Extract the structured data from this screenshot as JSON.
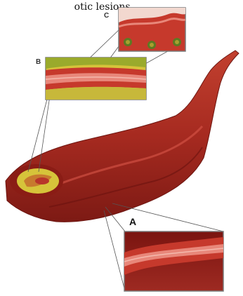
{
  "caption": "otic lesions.",
  "callouts": [
    {
      "id": "C",
      "label": "C"
    },
    {
      "id": "B",
      "label": "B"
    },
    {
      "id": "A",
      "label": "A"
    }
  ],
  "colors": {
    "vessel_dark": "#8e1f18",
    "vessel_mid": "#b8352a",
    "vessel_light": "#d9564a",
    "plaque_yellow": "#d6c33a",
    "plaque_green": "#9aaa2c",
    "lumen_pink": "#e8877a",
    "inset_border": "#7a7a7a"
  }
}
